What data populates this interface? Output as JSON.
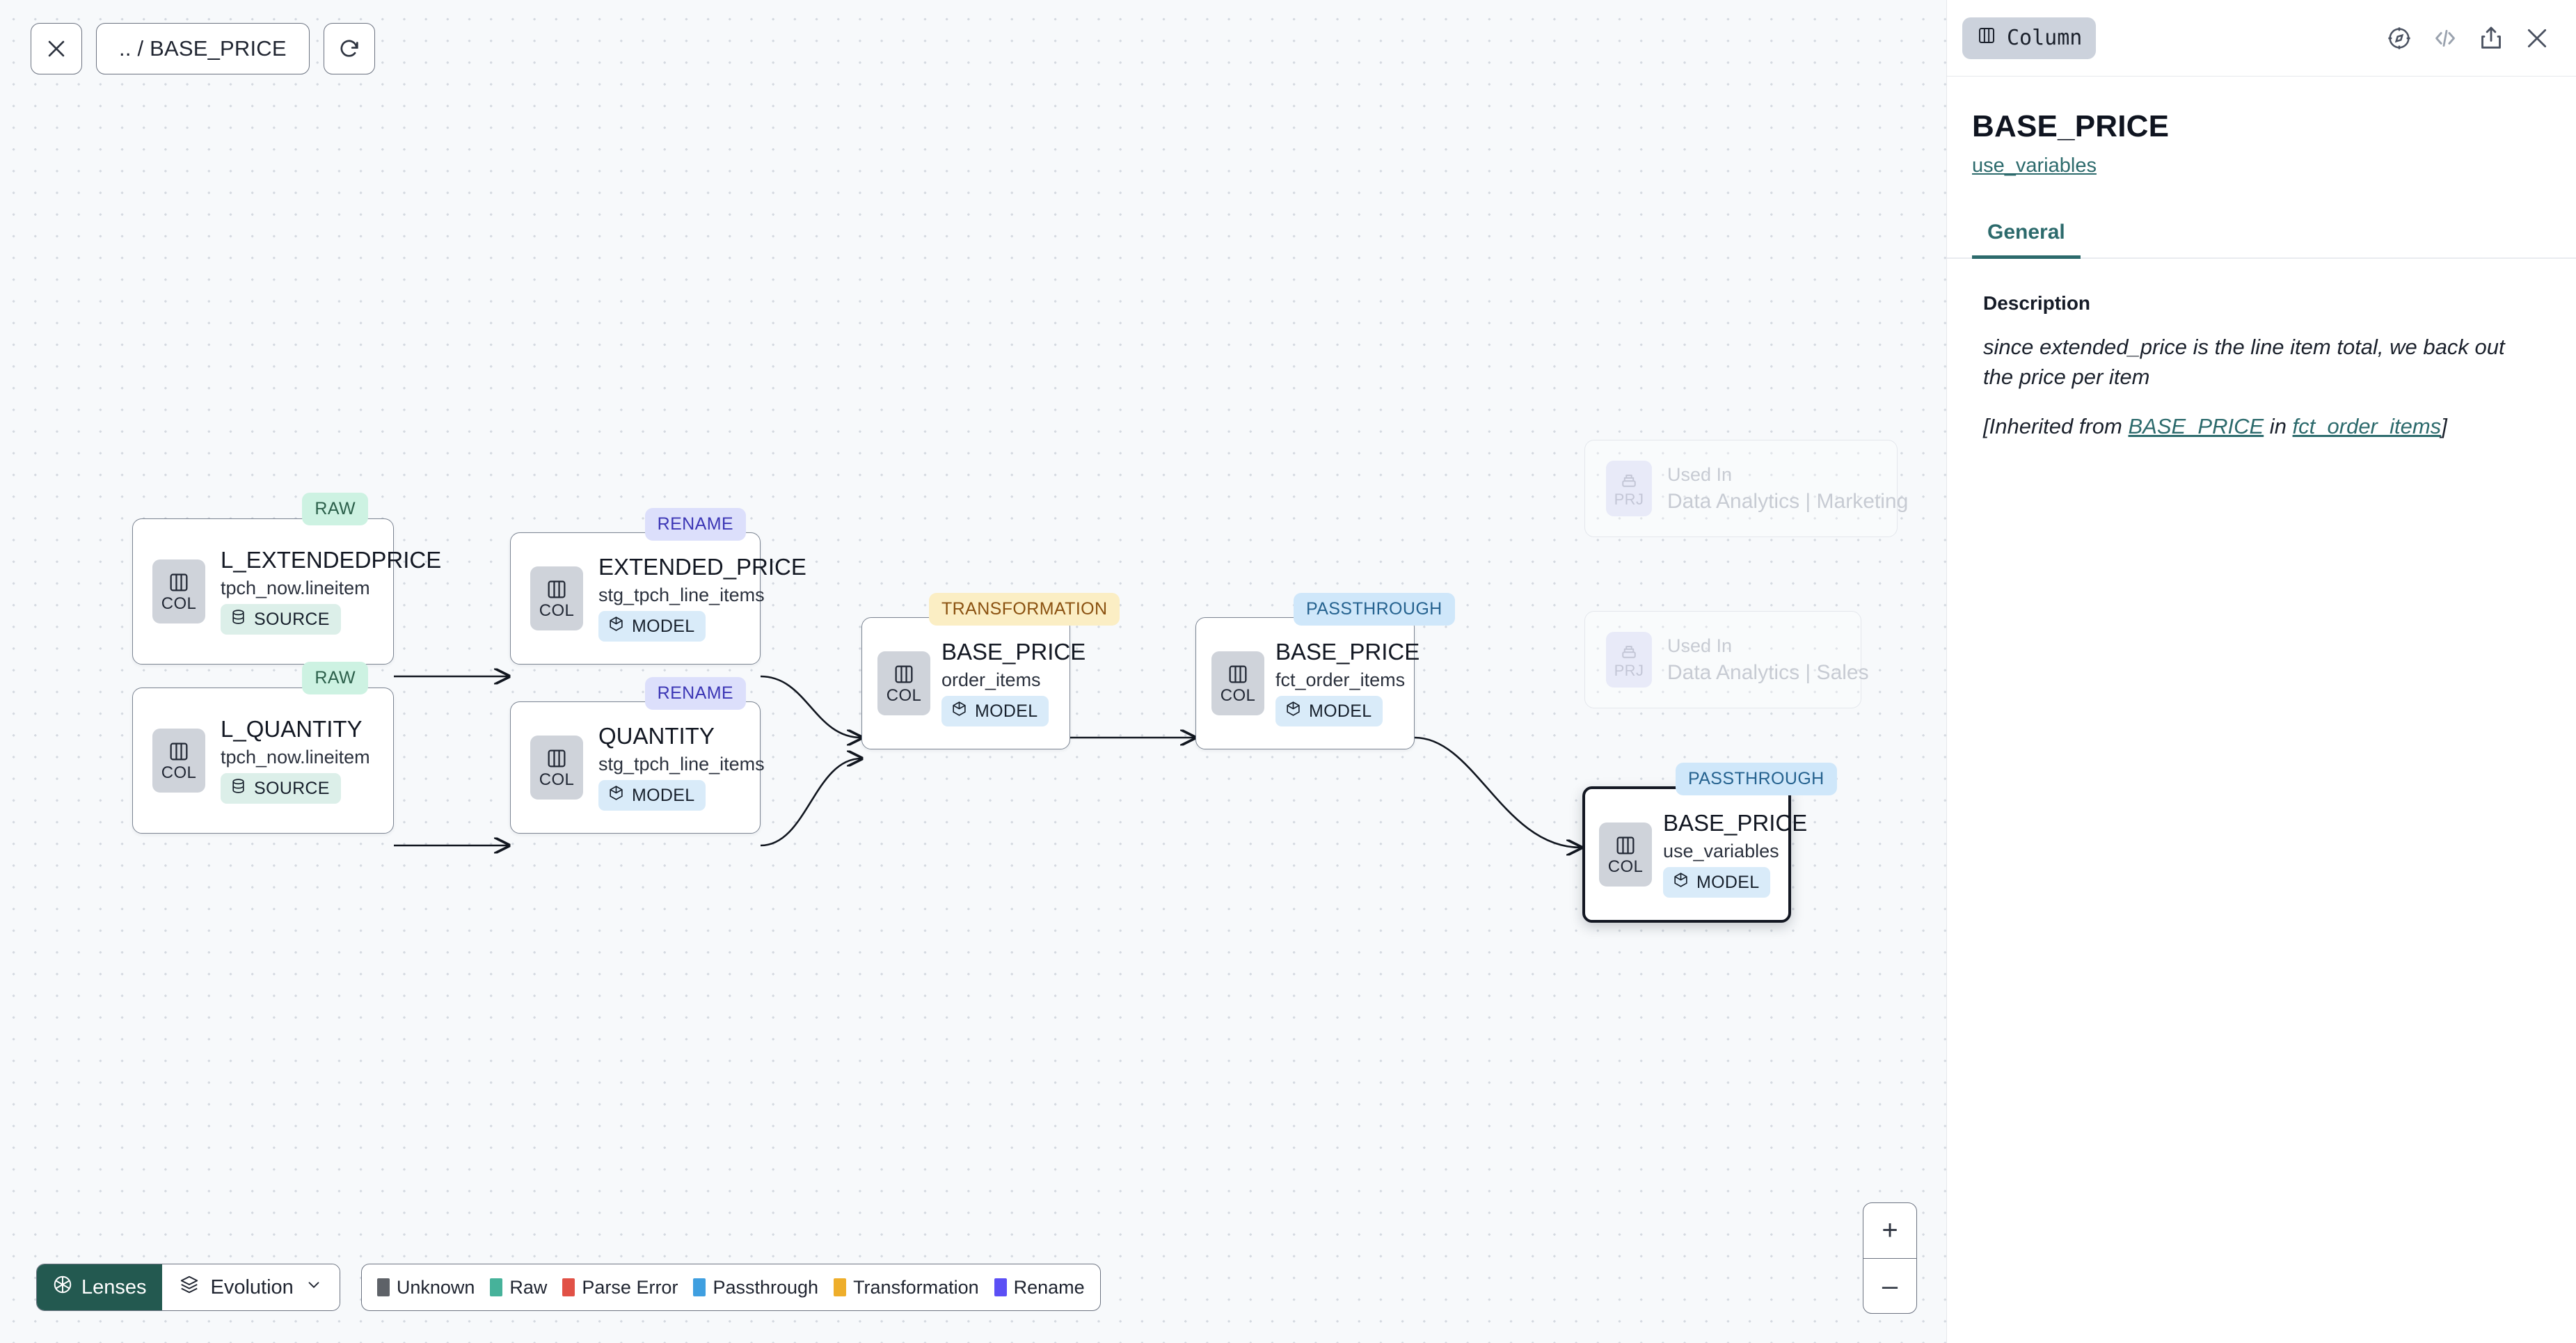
{
  "toolbar": {
    "close_icon": "close-icon",
    "breadcrumb": ".. / BASE_PRICE",
    "refresh_icon": "refresh-icon"
  },
  "graph": {
    "nodes": [
      {
        "id": "l_extendedprice",
        "badge": "RAW",
        "badge_kind": "raw",
        "type_label": "COL",
        "name": "L_EXTENDEDPRICE",
        "sub": "tpch_now.lineitem",
        "pill": "SOURCE",
        "pill_kind": "source",
        "selected": false
      },
      {
        "id": "l_quantity",
        "badge": "RAW",
        "badge_kind": "raw",
        "type_label": "COL",
        "name": "L_QUANTITY",
        "sub": "tpch_now.lineitem",
        "pill": "SOURCE",
        "pill_kind": "source",
        "selected": false
      },
      {
        "id": "extended_price",
        "badge": "RENAME",
        "badge_kind": "rename",
        "type_label": "COL",
        "name": "EXTENDED_PRICE",
        "sub": "stg_tpch_line_items",
        "pill": "MODEL",
        "pill_kind": "model",
        "selected": false
      },
      {
        "id": "quantity",
        "badge": "RENAME",
        "badge_kind": "rename",
        "type_label": "COL",
        "name": "QUANTITY",
        "sub": "stg_tpch_line_items",
        "pill": "MODEL",
        "pill_kind": "model",
        "selected": false
      },
      {
        "id": "base_price_order_items",
        "badge": "TRANSFORMATION",
        "badge_kind": "transformation",
        "type_label": "COL",
        "name": "BASE_PRICE",
        "sub": "order_items",
        "pill": "MODEL",
        "pill_kind": "model",
        "selected": false
      },
      {
        "id": "base_price_fct_order_items",
        "badge": "PASSTHROUGH",
        "badge_kind": "passthrough",
        "type_label": "COL",
        "name": "BASE_PRICE",
        "sub": "fct_order_items",
        "pill": "MODEL",
        "pill_kind": "model",
        "selected": false
      },
      {
        "id": "base_price_use_variables",
        "badge": "PASSTHROUGH",
        "badge_kind": "passthrough",
        "type_label": "COL",
        "name": "BASE_PRICE",
        "sub": "use_variables",
        "pill": "MODEL",
        "pill_kind": "model",
        "selected": true
      }
    ],
    "used_in": [
      {
        "type_label": "PRJ",
        "title": "Used In",
        "subtitle": "Data Analytics | Marketing"
      },
      {
        "type_label": "PRJ",
        "title": "Used In",
        "subtitle": "Data Analytics | Sales"
      }
    ]
  },
  "zoom_controls": {
    "zoom_in": "+",
    "zoom_out": "–"
  },
  "bottom_bar": {
    "lenses_label": "Lenses",
    "evolution_label": "Evolution",
    "legend": [
      {
        "label": "Unknown",
        "color": "#5e6268"
      },
      {
        "label": "Raw",
        "color": "#46b29a"
      },
      {
        "label": "Parse Error",
        "color": "#e15146"
      },
      {
        "label": "Passthrough",
        "color": "#3f9fe0"
      },
      {
        "label": "Transformation",
        "color": "#eeae2b"
      },
      {
        "label": "Rename",
        "color": "#5b4ff5"
      }
    ]
  },
  "panel": {
    "chip_label": "Column",
    "chip_icon": "column-icon",
    "icons": [
      "compass-icon",
      "code-icon",
      "share-icon",
      "close-icon"
    ],
    "title": "BASE_PRICE",
    "model_link": "use_variables",
    "tabs": [
      {
        "label": "General",
        "active": true
      }
    ],
    "description_label": "Description",
    "description_text": "since extended_price is the line item total, we back out the price per item",
    "inherited": {
      "prefix": "[Inherited from ",
      "column_link": "BASE_PRICE",
      "middle": " in ",
      "model_link": "fct_order_items",
      "suffix": "]"
    }
  },
  "colors": {
    "accent_teal": "#2c6a6c",
    "lenses_green": "#235950",
    "canvas_bg": "#f7f9fb"
  }
}
